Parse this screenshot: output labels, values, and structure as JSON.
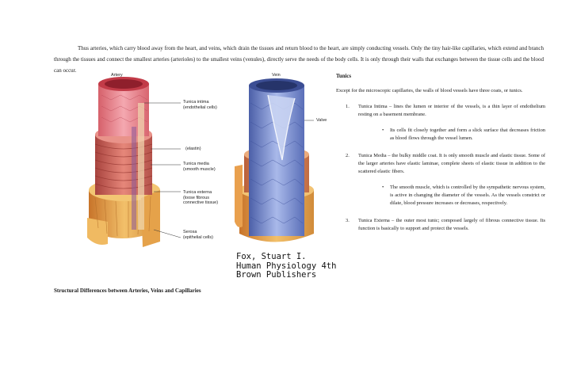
{
  "intro": "Thus arteries, which carry blood away from the heart, and veins, which drain the tissues and return blood to the heart, are simply conducting vessels. Only the tiny hair-like capillaries, which extend and branch through the tissues and connect the smallest arteries (arterioles) to the smallest veins (venules), directly serve the needs of the body cells. It is only through their walls that exchanges between the tissue cells and the blood can occur.",
  "figure": {
    "artery_title": "Artery",
    "vein_title": "Vein",
    "labels": {
      "intima": "Tunica intima\n(endothelial cells)",
      "elastin": "(elastin)",
      "media": "Tunica media\n(smooth muscle)",
      "externa": "Tunica externa\n(loose fibrous\nconnective tissue)",
      "serosa": "Serosa\n(epithelial cells)",
      "valve": "Valve"
    },
    "credit": "Fox, Stuart I.\nHuman Physiology 4th\nBrown Publishers",
    "colors": {
      "artery_red": "#d9534f",
      "artery_pink": "#e98a8f",
      "vein_blue": "#7f96d6",
      "externa_orange": "#e8a44a"
    }
  },
  "tunics": {
    "heading": "Tunics",
    "intro": "Except for the microscopic capillaries, the walls of blood vessels have three coats, or tunics.",
    "items": [
      {
        "num": "1.",
        "text": "Tunica Intima – lines the lumen or interior of the vessels, is a thin layer of endothelium resting on a basement membrane."
      },
      {
        "num": "2.",
        "text": "Tunica Media – the bulky middle coat. It is only smooth muscle and elastic tissue. Some of the larger arteries have elastic laminae, complete sheets of elastic tissue in addition to the scattered elastic fibers."
      },
      {
        "num": "3.",
        "text": "Tunica Externa – the outer most tunic; composed largely of fibrous connective tissue. Its function is basically to support and protect the vessels."
      }
    ],
    "bullets": [
      "Its cells fit closely together and form a slick surface that decreases friction as blood flows through the vessel lumen.",
      "The smooth muscle, which is controlled by the sympathetic nervous system, is active in changing the diameter of the vessels. As the vessels constrict or dilate, blood pressure increases or decreases, respectively."
    ]
  },
  "caption": "Structural Differences between Arteries, Veins and Capillaries"
}
